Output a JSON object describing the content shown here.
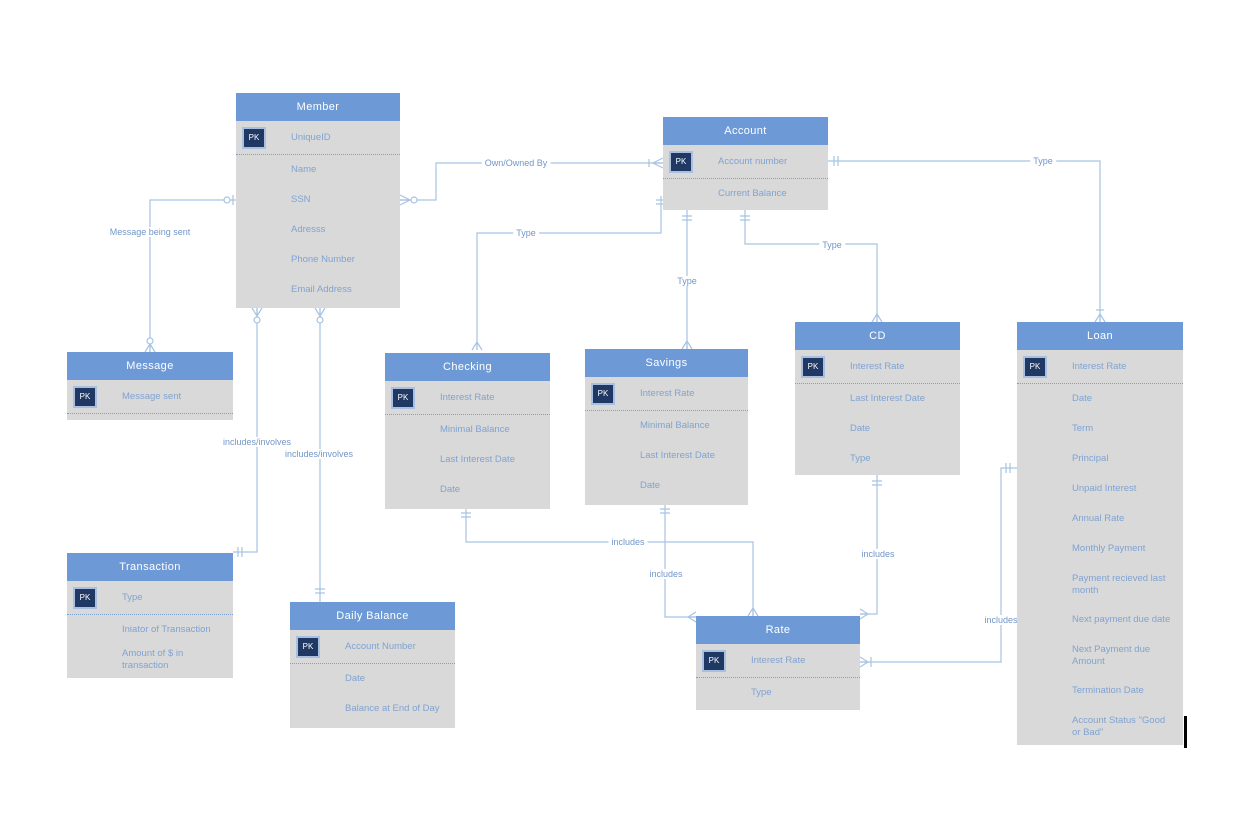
{
  "entities": {
    "member": {
      "title": "Member",
      "pk_label": "PK",
      "pk": "UniqueID",
      "attributes": [
        "Name",
        "SSN",
        "Adresss",
        "Phone Number",
        "Email Address"
      ]
    },
    "account": {
      "title": "Account",
      "pk_label": "PK",
      "pk": "Account number",
      "attributes": [
        "Current Balance"
      ]
    },
    "message": {
      "title": "Message",
      "pk_label": "PK",
      "pk": "Message sent",
      "attributes": []
    },
    "transaction": {
      "title": "Transaction",
      "pk_label": "PK",
      "pk": "Type",
      "attributes": [
        "Iniator of Transaction",
        "Amount of $ in transaction"
      ]
    },
    "daily_balance": {
      "title": "Daily Balance",
      "pk_label": "PK",
      "pk": "Account Number",
      "attributes": [
        "Date",
        "Balance at End of Day"
      ]
    },
    "checking": {
      "title": "Checking",
      "pk_label": "PK",
      "pk": "Interest Rate",
      "attributes": [
        "Minimal Balance",
        "Last Interest Date",
        "Date"
      ]
    },
    "savings": {
      "title": "Savings",
      "pk_label": "PK",
      "pk": "Interest Rate",
      "attributes": [
        "Minimal Balance",
        "Last Interest Date",
        "Date"
      ]
    },
    "cd": {
      "title": "CD",
      "pk_label": "PK",
      "pk": "Interest Rate",
      "attributes": [
        "Last Interest Date",
        "Date",
        "Type"
      ]
    },
    "loan": {
      "title": "Loan",
      "pk_label": "PK",
      "pk": "Interest Rate",
      "attributes": [
        "Date",
        "Term",
        "Principal",
        "Unpaid Interest",
        "Annual Rate",
        "Monthly Payment",
        "Payment recieved last month",
        "Next payment due date",
        "Next Payment due Amount",
        "Termination Date",
        "Account Status \"Good or Bad\""
      ]
    },
    "rate": {
      "title": "Rate",
      "pk_label": "PK",
      "pk": "Interest Rate",
      "attributes": [
        "Type"
      ]
    }
  },
  "relationships": {
    "own_owned_by": "Own/Owned By",
    "message_being_sent": "Message being sent",
    "includes_involves_transaction": "includes/involves",
    "includes_involves_daily_balance": "includes/involves",
    "type_checking": "Type",
    "type_savings": "Type",
    "type_cd": "Type",
    "type_loan": "Type",
    "includes_checking_rate": "includes",
    "includes_savings_rate": "includes",
    "includes_cd_rate": "includes",
    "includes_rate_loan": "includes"
  },
  "colors": {
    "entity_header": "#6d9ad7",
    "entity_body": "#d9d9d9",
    "pk_badge": "#1f3864",
    "attribute_text": "#7fa3d2",
    "connector_line": "#a6c3e3",
    "background": "#ffffff"
  }
}
